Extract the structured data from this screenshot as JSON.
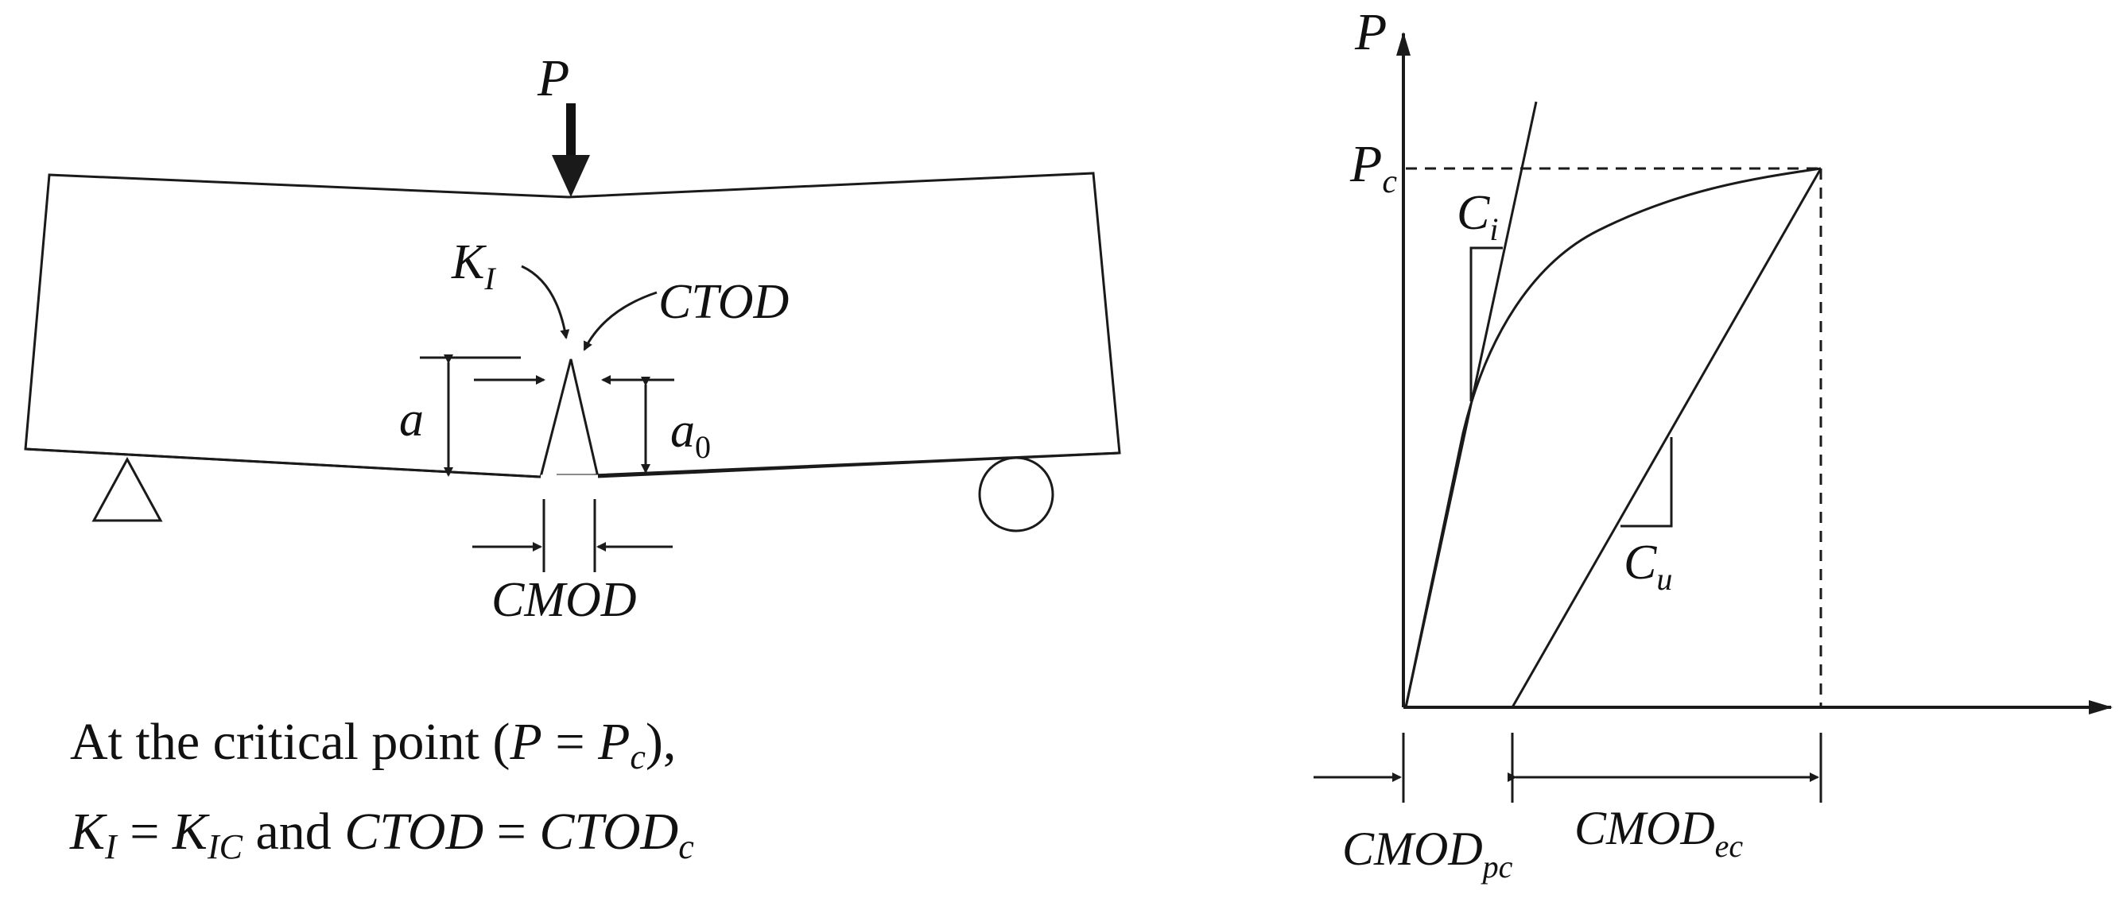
{
  "beam": {
    "load_label": "P",
    "ki_main": "K",
    "ki_sub": "I",
    "ctod_label": "CTOD",
    "a_label": "a",
    "a0_main": "a",
    "a0_sub": "0",
    "cmod_label": "CMOD"
  },
  "caption": {
    "line1_prefix": "At the critical point (",
    "line1_p": "P",
    "line1_eq": " = ",
    "line1_pc_main": "P",
    "line1_pc_sub": "c",
    "line1_suffix": "),",
    "line2_k_main": "K",
    "line2_k_sub": "I",
    "line2_eq1": " = ",
    "line2_kic_main": "K",
    "line2_kic_sub": "IC",
    "line2_and": " and ",
    "line2_ctod": "CTOD",
    "line2_eq2": " = ",
    "line2_ctodc_main": "CTOD",
    "line2_ctodc_sub": "c"
  },
  "graph": {
    "y_axis_label": "P",
    "pc_main": "P",
    "pc_sub": "c",
    "ci_main": "C",
    "ci_sub": "i",
    "cu_main": "C",
    "cu_sub": "u",
    "cmod_pc_main": "CMOD",
    "cmod_pc_sub": "pc",
    "cmod_ec_main": "CMOD",
    "cmod_ec_sub": "ec"
  }
}
